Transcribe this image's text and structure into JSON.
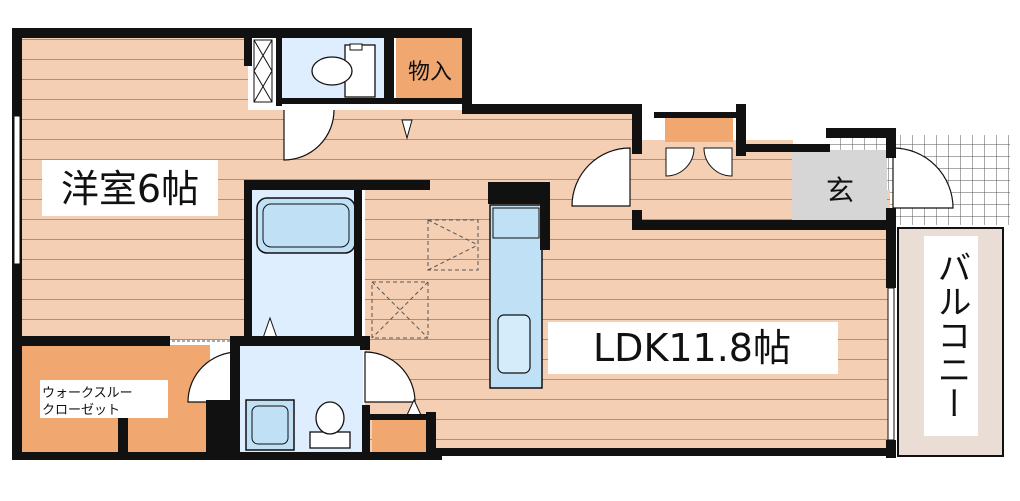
{
  "floor_plan": {
    "rooms": {
      "western_room": "洋室6帖",
      "ldk": "LDK11.8帖",
      "entrance": "玄",
      "storage": "物入",
      "balcony": "バルコニー",
      "walk_through_closet_line1": "ウォークスルー",
      "walk_through_closet_line2": "クローゼット"
    },
    "colors": {
      "floor_wood": "#f5cfb3",
      "floor_line": "#b88a74",
      "wall": "#111111",
      "storage_orange": "#f0a870",
      "wet_area_blue": "#dfeefe",
      "fixture_blue": "#bfe0f5",
      "entrance_gray": "#d6d6d6",
      "balcony_fill": "#e9ddd6",
      "tile_line": "#555555"
    }
  }
}
